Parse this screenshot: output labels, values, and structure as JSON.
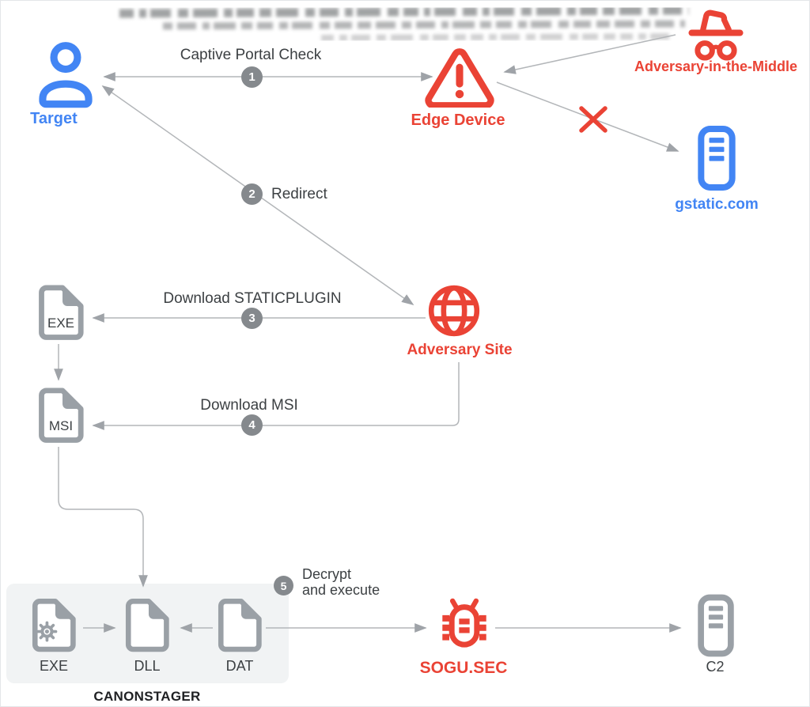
{
  "colors": {
    "accent_blue": "#4285F4",
    "accent_red": "#EA4335",
    "icon_gray": "#9AA0A6",
    "arrow_gray": "#B3B6B9",
    "step_circle_gray": "#85898D",
    "text_dark": "#3C4043",
    "text_black": "#202124",
    "stage_box_bg": "#F1F3F4"
  },
  "nodes": {
    "target": {
      "label": "Target"
    },
    "edge_device": {
      "label": "Edge Device"
    },
    "aitm": {
      "label": "Adversary-in-the-Middle"
    },
    "gstatic": {
      "label": "gstatic.com"
    },
    "adversary_site": {
      "label": "Adversary Site"
    },
    "exe_file": {
      "label": "EXE"
    },
    "msi_file": {
      "label": "MSI"
    },
    "sogu": {
      "label": "SOGU.SEC"
    },
    "c2": {
      "label": "C2"
    },
    "canonstager": {
      "label": "CANONSTAGER",
      "files": [
        "EXE",
        "DLL",
        "DAT"
      ]
    }
  },
  "steps": [
    {
      "num": "1",
      "label": "Captive Portal Check"
    },
    {
      "num": "2",
      "label": "Redirect"
    },
    {
      "num": "3",
      "label": "Download STATICPLUGIN"
    },
    {
      "num": "4",
      "label": "Download MSI"
    },
    {
      "num": "5",
      "label": "Decrypt",
      "label_line2": "and execute"
    }
  ]
}
